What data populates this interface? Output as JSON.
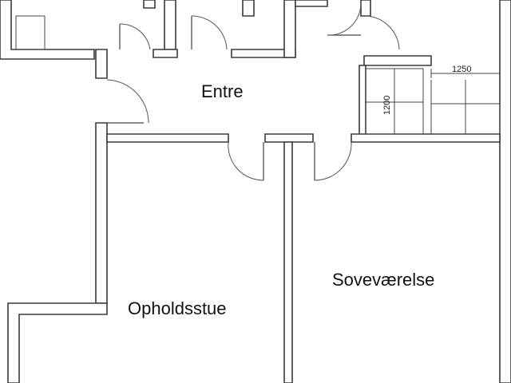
{
  "rooms": {
    "entre": "Entre",
    "opholdsstue": "Opholdsstue",
    "sovevaerelse": "Soveværelse"
  },
  "dimensions": {
    "width": "1250",
    "height": "1200"
  }
}
